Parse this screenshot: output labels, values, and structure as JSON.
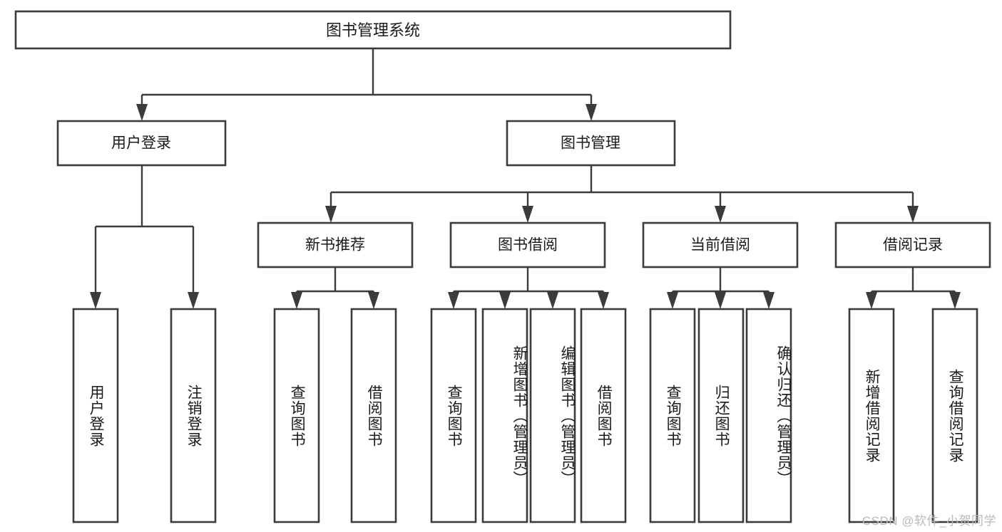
{
  "diagram": {
    "title": "图书管理系统",
    "type": "tree-hierarchy-chart",
    "watermark": "CSDN @软件_小贺同学",
    "colors": {
      "box_stroke": "#3b3b3b",
      "box_fill": "#ffffff",
      "connector": "#3b3b3b",
      "text": "#1a1a1a",
      "background": "#ffffff",
      "watermark": "#b9b9b9"
    },
    "levels": {
      "root": {
        "label": "图书管理系统"
      },
      "level2": [
        {
          "id": "user-login",
          "label": "用户登录"
        },
        {
          "id": "book-management",
          "label": "图书管理"
        }
      ],
      "level3": [
        {
          "id": "new-book-recommend",
          "label": "新书推荐"
        },
        {
          "id": "book-borrow",
          "label": "图书借阅"
        },
        {
          "id": "current-borrow",
          "label": "当前借阅"
        },
        {
          "id": "borrow-record",
          "label": "借阅记录"
        }
      ],
      "leaves": {
        "user_login": [
          {
            "id": "leaf-user-login",
            "label": "用户登录"
          },
          {
            "id": "leaf-logout",
            "label": "注销登录"
          }
        ],
        "new_book_recommend": [
          {
            "id": "leaf-query-book-1",
            "label": "查询图书"
          },
          {
            "id": "leaf-borrow-book-1",
            "label": "借阅图书"
          }
        ],
        "book_borrow": [
          {
            "id": "leaf-query-book-2",
            "label": "查询图书"
          },
          {
            "id": "leaf-add-book",
            "label": "新增图书（管理员）"
          },
          {
            "id": "leaf-edit-book",
            "label": "编辑图书（管理员）"
          },
          {
            "id": "leaf-borrow-book-2",
            "label": "借阅图书"
          }
        ],
        "current_borrow": [
          {
            "id": "leaf-query-book-3",
            "label": "查询图书"
          },
          {
            "id": "leaf-return-book",
            "label": "归还图书"
          },
          {
            "id": "leaf-confirm-return",
            "label": "确认归还（管理员）"
          }
        ],
        "borrow_record": [
          {
            "id": "leaf-add-record",
            "label": "新增借阅记录"
          },
          {
            "id": "leaf-query-record",
            "label": "查询借阅记录"
          }
        ]
      }
    }
  }
}
